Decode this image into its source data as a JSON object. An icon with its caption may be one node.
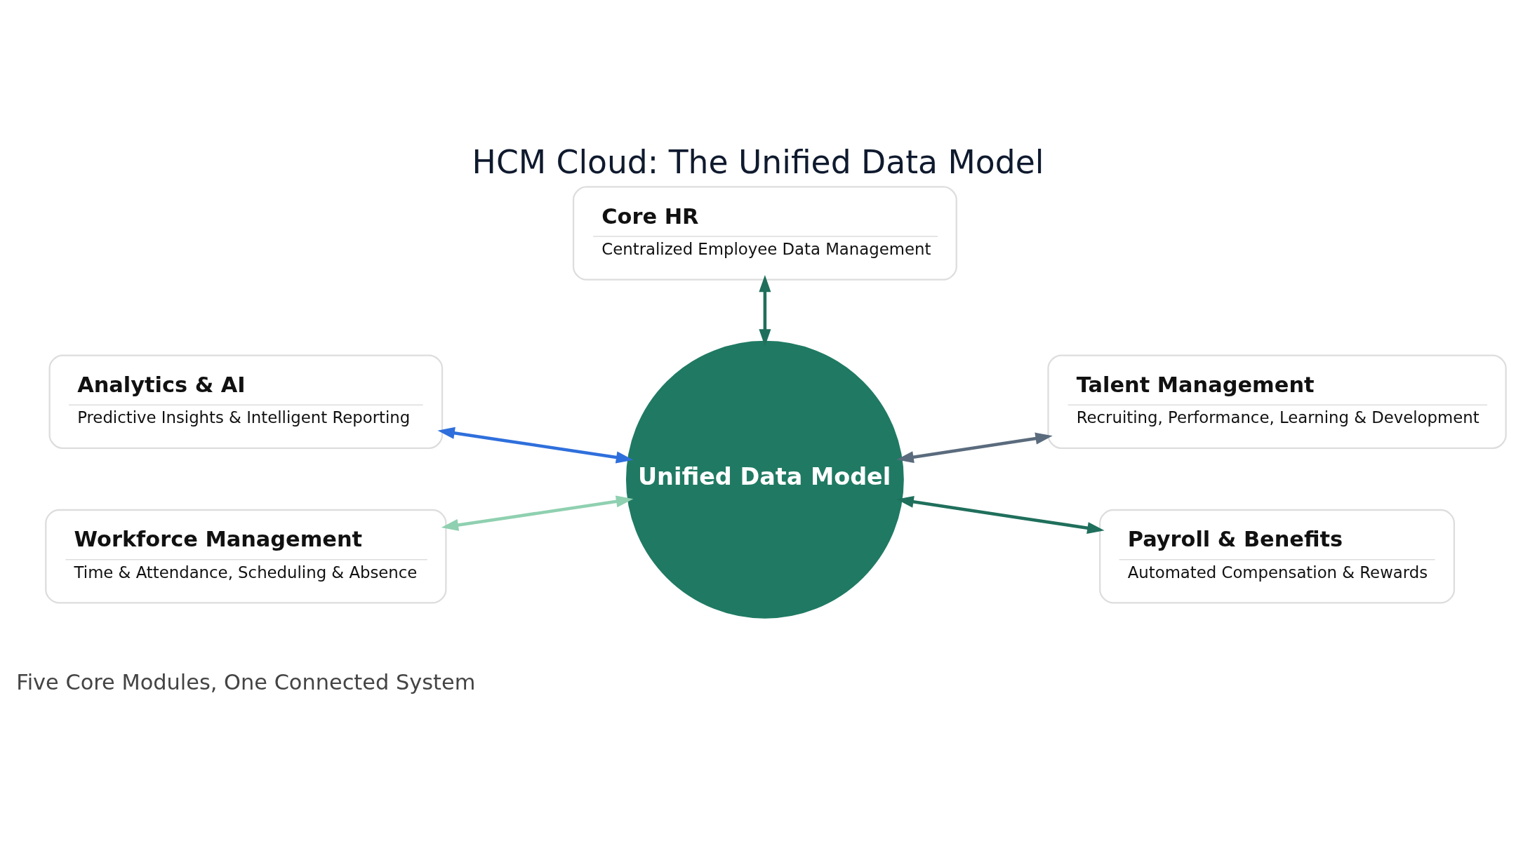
{
  "diagram": {
    "title": "HCM Cloud: The Unified Data Model",
    "nodes": [
      {
        "text": [
          "Core HR",
          "Centralized Employee Data Management"
        ]
      },
      {
        "text": [
          "Analytics & AI",
          "Predictive Insights & Intelligent Reporting"
        ]
      },
      {
        "text": [
          "Talent Management",
          "Recruiting, Performance, Learning & Development"
        ]
      },
      {
        "text": [
          "Unified Data Model"
        ]
      },
      {
        "text": [
          "Workforce Management",
          "Time & Attendance, Scheduling & Absence"
        ]
      },
      {
        "text": [
          "Payroll & Benefits",
          "Automated Compensation & Rewards"
        ]
      }
    ],
    "edges": [
      {
        "from": 3,
        "to": 0,
        "arrow": "both",
        "color": "#1f6f5c"
      },
      {
        "from": 1,
        "to": 3,
        "arrow": "both",
        "color": "#2f6fdc"
      },
      {
        "from": 3,
        "to": 2,
        "arrow": "both",
        "color": "#5a6b7d"
      },
      {
        "from": 4,
        "to": 3,
        "arrow": "both",
        "color": "#8fd0b0"
      },
      {
        "from": 3,
        "to": 5,
        "arrow": "both",
        "color": "#1f6f5c"
      }
    ],
    "labels": [
      "Five Core Modules, One Connected System"
    ]
  }
}
